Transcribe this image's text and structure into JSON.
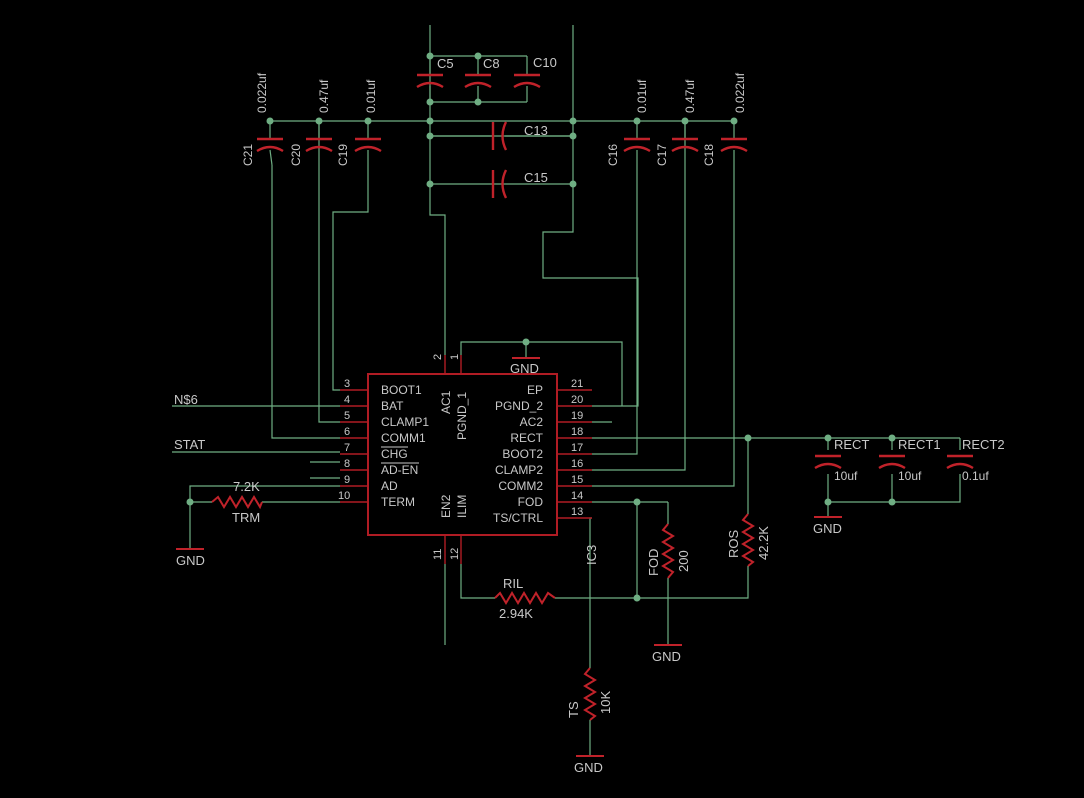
{
  "ic": {
    "name": "IC3",
    "left_pins": [
      {
        "num": "3",
        "name": "BOOT1"
      },
      {
        "num": "4",
        "name": "BAT"
      },
      {
        "num": "5",
        "name": "CLAMP1"
      },
      {
        "num": "6",
        "name": "COMM1"
      },
      {
        "num": "7",
        "name": "CHG"
      },
      {
        "num": "8",
        "name": "AD-EN"
      },
      {
        "num": "9",
        "name": "AD"
      },
      {
        "num": "10",
        "name": "TERM"
      }
    ],
    "right_pins": [
      {
        "num": "21",
        "name": "EP"
      },
      {
        "num": "20",
        "name": "PGND_2"
      },
      {
        "num": "19",
        "name": "AC2"
      },
      {
        "num": "18",
        "name": "RECT"
      },
      {
        "num": "17",
        "name": "BOOT2"
      },
      {
        "num": "16",
        "name": "CLAMP2"
      },
      {
        "num": "15",
        "name": "COMM2"
      },
      {
        "num": "14",
        "name": "FOD"
      },
      {
        "num": "13",
        "name": "TS/CTRL"
      }
    ],
    "top_pins": [
      {
        "num": "2",
        "name": "AC1"
      },
      {
        "num": "1",
        "name": "PGND_1"
      }
    ],
    "bottom_pins": [
      {
        "num": "11",
        "name": "EN2"
      },
      {
        "num": "12",
        "name": "ILIM"
      }
    ]
  },
  "nets": {
    "n6": "N$6",
    "stat": "STAT",
    "gnd": "GND"
  },
  "capacitors": {
    "c5": {
      "name": "C5"
    },
    "c8": {
      "name": "C8"
    },
    "c10": {
      "name": "C10"
    },
    "c13": {
      "name": "C13"
    },
    "c15": {
      "name": "C15"
    },
    "c21": {
      "name": "C21",
      "value": "0.022uf"
    },
    "c20": {
      "name": "C20",
      "value": "0.47uf"
    },
    "c19": {
      "name": "C19",
      "value": "0.01uf"
    },
    "c16": {
      "name": "C16",
      "value": "0.01uf"
    },
    "c17": {
      "name": "C17",
      "value": "0.47uf"
    },
    "c18": {
      "name": "C18",
      "value": "0.022uf"
    },
    "rect": {
      "name": "RECT",
      "value": "10uf"
    },
    "rect1": {
      "name": "RECT1",
      "value": "10uf"
    },
    "rect2": {
      "name": "RECT2",
      "value": "0.1uf"
    }
  },
  "resistors": {
    "trm": {
      "name": "TRM",
      "value": "7.2K"
    },
    "ril": {
      "name": "RIL",
      "value": "2.94K"
    },
    "fod": {
      "name": "FOD",
      "value": "200"
    },
    "ros": {
      "name": "ROS",
      "value": "42.2K"
    },
    "ts": {
      "name": "TS",
      "value": "10K"
    }
  },
  "colors": {
    "background": "#000000",
    "wire": "#6fae83",
    "component": "#c0222a",
    "text": "#c8c8c8"
  }
}
